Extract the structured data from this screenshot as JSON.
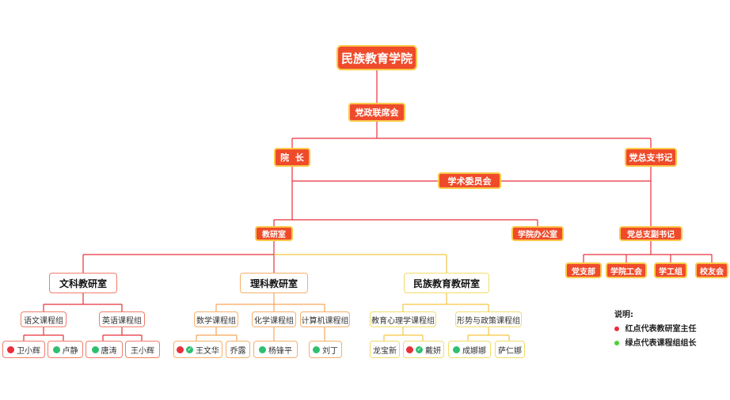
{
  "root": "民族教育学院",
  "council": "党政联席会",
  "dean": "院  长",
  "party_secretary": "党总支书记",
  "academic_committee": "学术委员会",
  "teaching_office": "教研室",
  "college_office": "学院办公室",
  "deputy_secretary": "党总支副书记",
  "party_units": [
    "党支部",
    "学院工会",
    "学工组",
    "校友会"
  ],
  "departments": [
    "文科教研室",
    "理科教研室",
    "民族教育教研室"
  ],
  "groups": [
    "语文课程组",
    "英语课程组",
    "数学课程组",
    "化学课程组",
    "计算机课程组",
    "教育心理学课程组",
    "形势与政策课程组"
  ],
  "members": [
    "卫小辉",
    "卢静",
    "唐涛",
    "王小辉",
    "王文华",
    "乔露",
    "杨锋平",
    "刘丁",
    "龙宝新",
    "戴妍",
    "成娜娜",
    "萨仁娜"
  ],
  "legend": {
    "title": "说明:",
    "items": [
      {
        "label": "红点代表教研室主任",
        "color": "#e8303a"
      },
      {
        "label": "绿点代表课程组组长",
        "color": "#4cd137"
      }
    ]
  },
  "colors": {
    "node_fill": "#ef4b2b",
    "node_border": "#fac94a",
    "line": "#e8303a",
    "line_yellow": "#f5c542"
  }
}
